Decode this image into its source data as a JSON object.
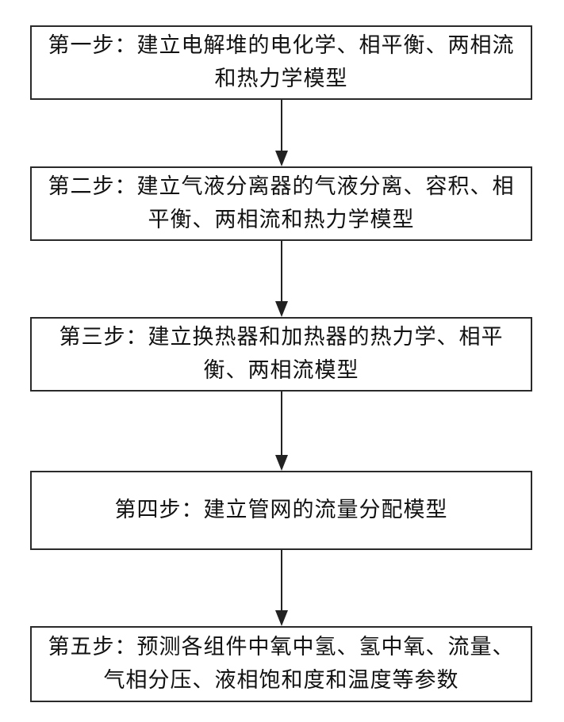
{
  "steps": [
    {
      "label": "第一步：建立电解堆的电化学、相平衡、两相流和热力学模型"
    },
    {
      "label": "第二步：建立气液分离器的气液分离、容积、相平衡、两相流和热力学模型"
    },
    {
      "label": "第三步：建立换热器和加热器的热力学、相平衡、两相流模型"
    },
    {
      "label": "第四步：建立管网的流量分配模型"
    },
    {
      "label": "第五步：预测各组件中氧中氢、氢中氧、流量、气相分压、液相饱和度和温度等参数"
    }
  ]
}
